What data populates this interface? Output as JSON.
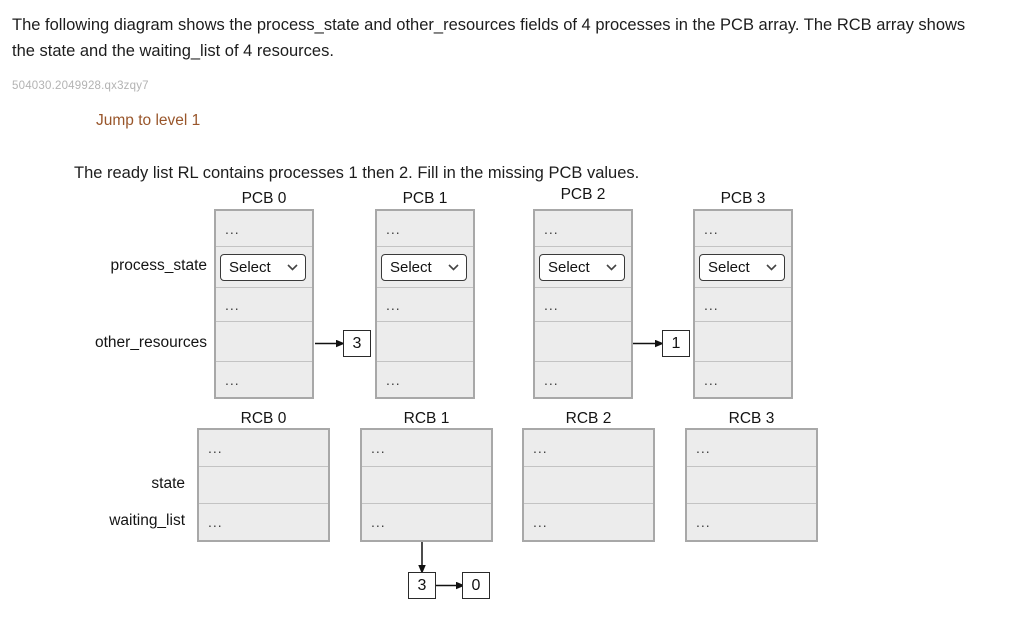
{
  "intro": {
    "line1": "The following diagram shows the process_state and other_resources fields of 4 processes in the PCB array. The RCB array shows",
    "line2": "the state and the waiting_list of 4 resources."
  },
  "activity_id": "504030.2049928.qx3zqy7",
  "jump_link_label": "Jump to level 1",
  "instruction": "The ready list RL contains processes 1 then 2. Fill in the missing PCB values.",
  "labels": {
    "process_state": "process_state",
    "other_resources": "other_resources",
    "state": "state",
    "waiting_list": "waiting_list"
  },
  "ellipsis": "...",
  "select_placeholder": "Select",
  "pcb": {
    "columns": [
      {
        "title": "PCB 0",
        "process_state": "Select",
        "other_resources_pointer": "3"
      },
      {
        "title": "PCB 1",
        "process_state": "Select",
        "other_resources_pointer": null
      },
      {
        "title": "PCB 2",
        "process_state": "Select",
        "other_resources_pointer": "1"
      },
      {
        "title": "PCB 3",
        "process_state": "Select",
        "other_resources_pointer": null
      }
    ]
  },
  "rcb": {
    "columns": [
      {
        "title": "RCB 0",
        "waiting_chain": []
      },
      {
        "title": "RCB 1",
        "waiting_chain": [
          "3",
          "0"
        ]
      },
      {
        "title": "RCB 2",
        "waiting_chain": []
      },
      {
        "title": "RCB 3",
        "waiting_chain": []
      }
    ]
  },
  "colors": {
    "link": "#99562b",
    "cell_fill": "#ececec",
    "table_border": "#a8a8a8",
    "arrow": "#111111"
  }
}
